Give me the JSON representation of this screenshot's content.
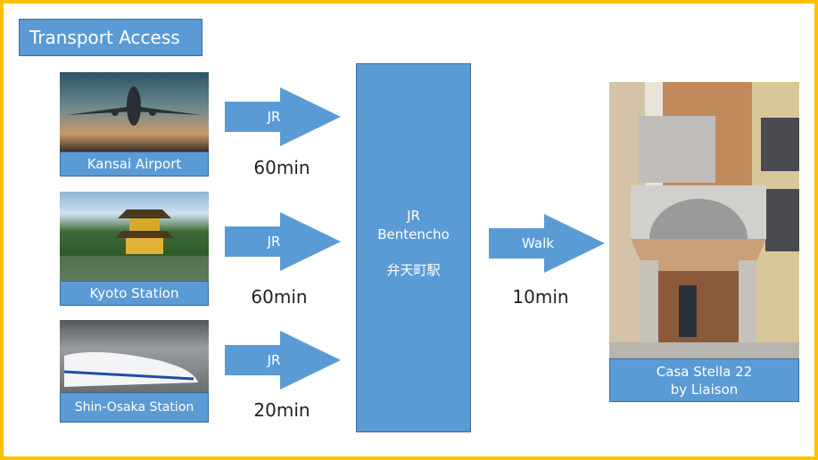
{
  "title": "Transport Access",
  "origins": [
    {
      "label": "Kansai Airport",
      "icon": "airplane-photo",
      "line": "JR",
      "time": "60min"
    },
    {
      "label": "Kyoto Station",
      "icon": "golden-pavilion-photo",
      "line": "JR",
      "time": "60min"
    },
    {
      "label": "Shin-Osaka Station",
      "icon": "shinkansen-photo",
      "line": "JR",
      "time": "20min"
    }
  ],
  "station": {
    "line": "JR",
    "name": "Bentencho",
    "name_jp": "弁天町駅"
  },
  "walk": {
    "label": "Walk",
    "time": "10min"
  },
  "destination": {
    "line1": "Casa Stella 22",
    "line2": "by Liaison",
    "icon": "house-photo"
  },
  "colors": {
    "accent": "#5B9BD5",
    "border": "#FFC000"
  }
}
